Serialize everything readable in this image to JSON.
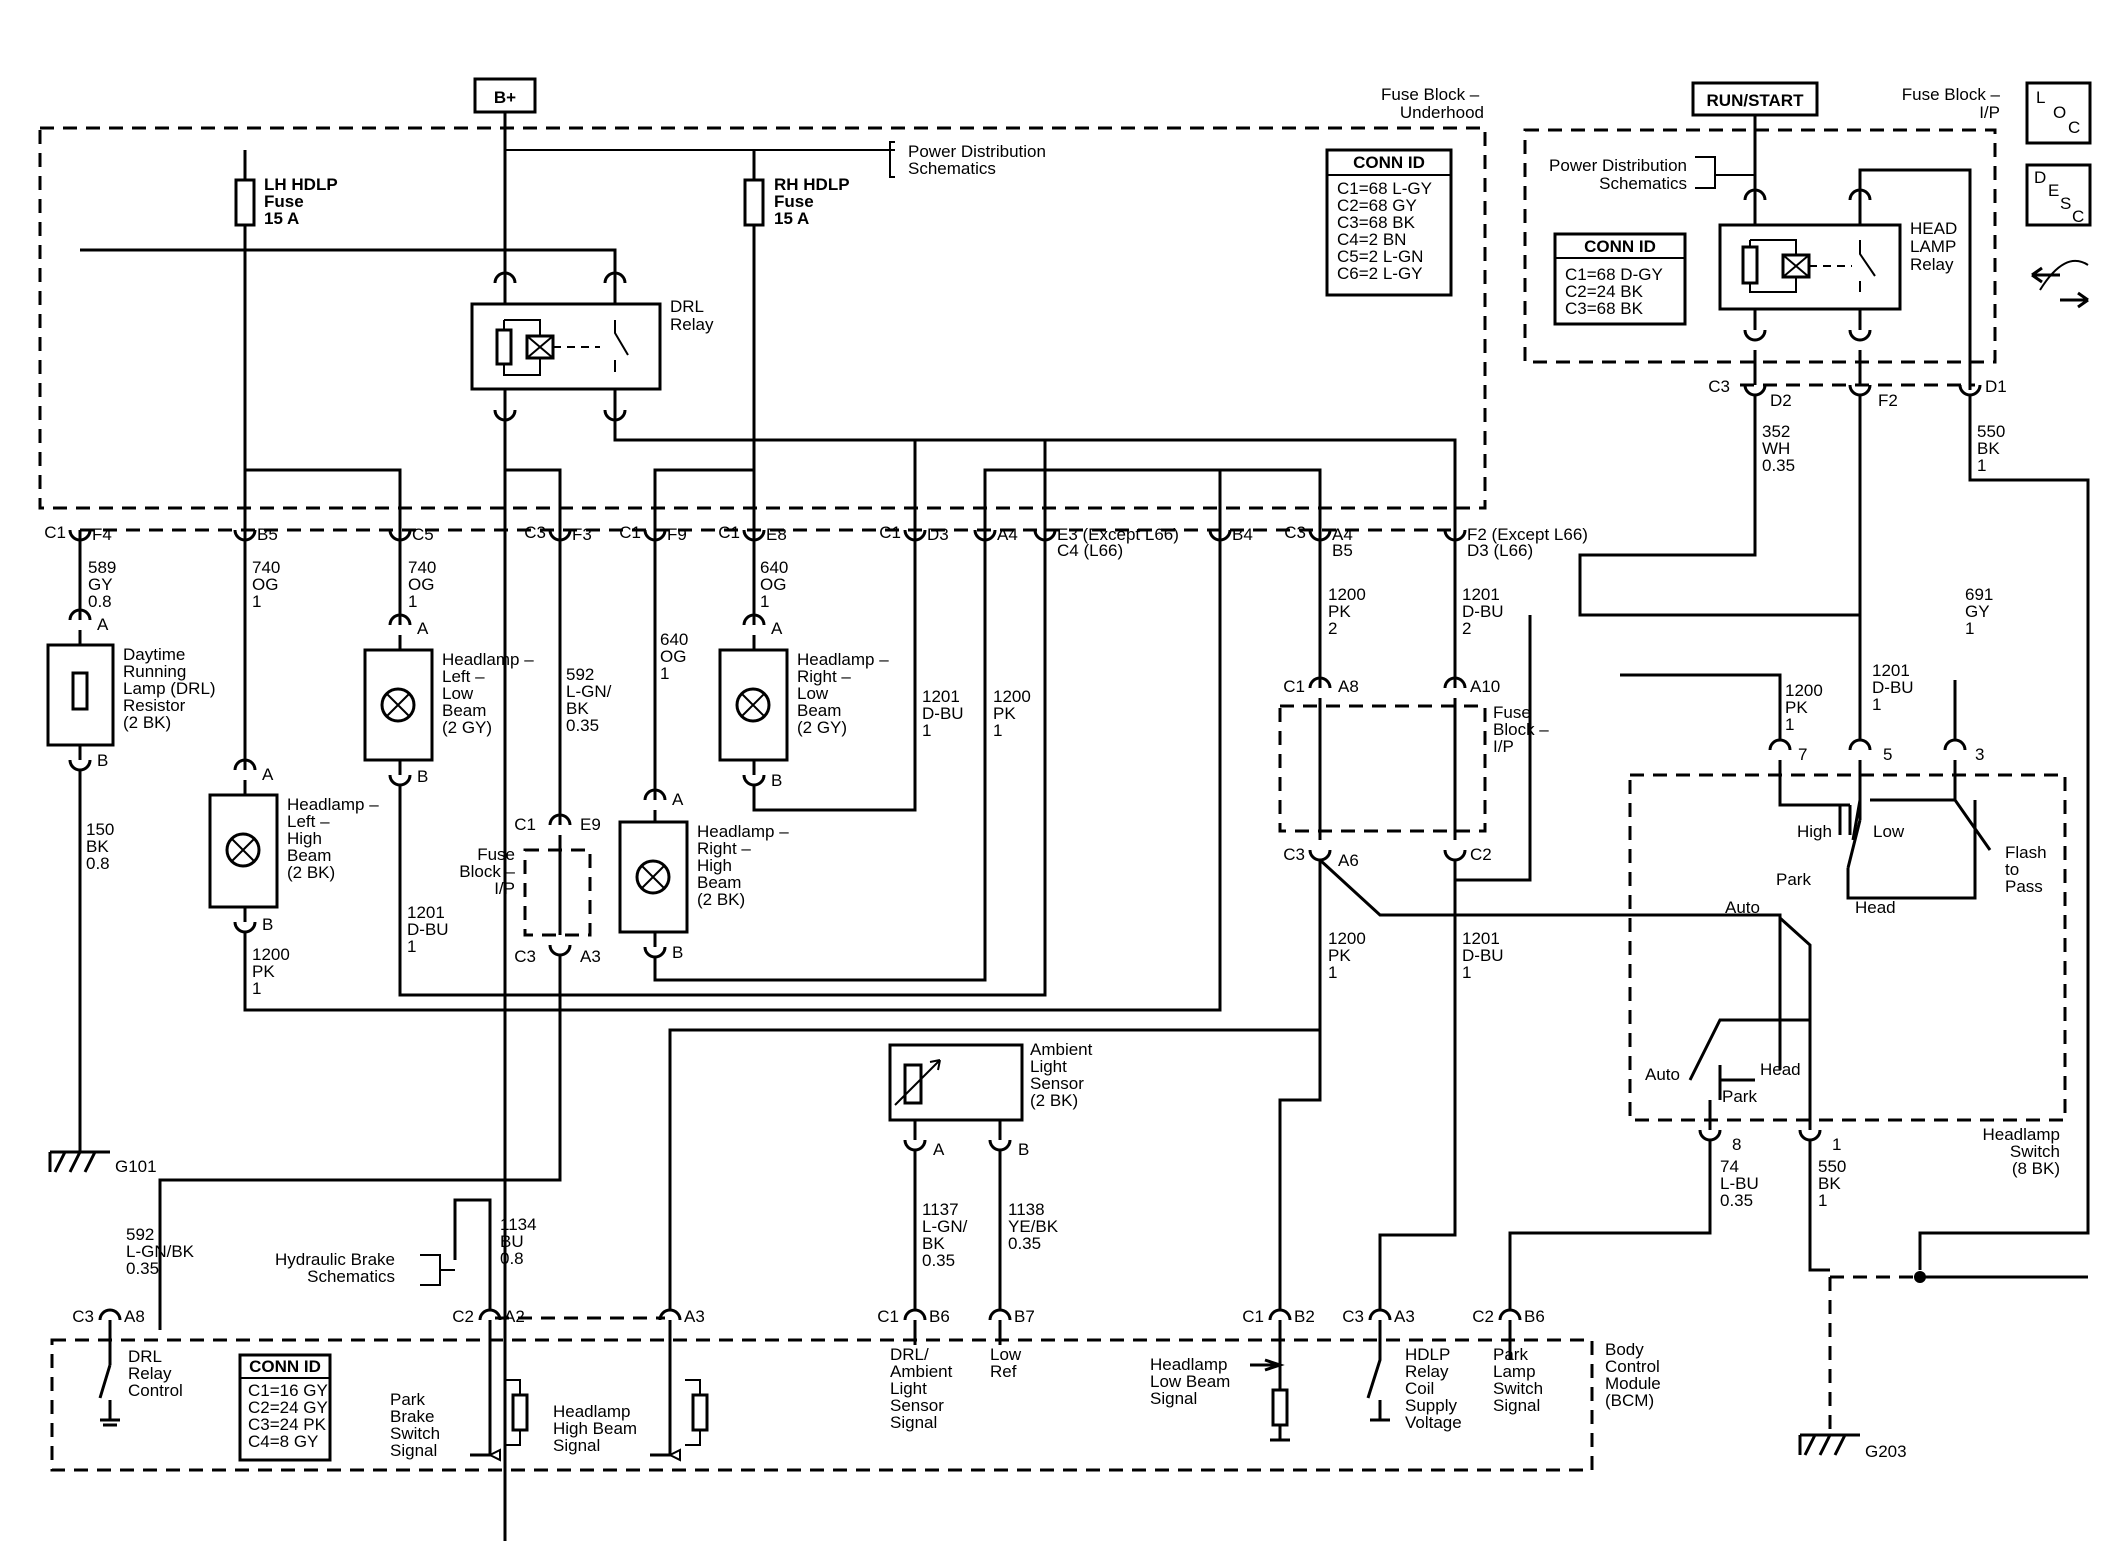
{
  "sources": {
    "battery": "B+",
    "run_start": "RUN/START"
  },
  "fuse_block_underhood": {
    "title": "Fuse Block –\nUnderhood",
    "pdist": "Power Distribution\nSchematics",
    "lh_fuse": "LH HDLP\nFuse\n15 A",
    "rh_fuse": "RH HDLP\nFuse\n15 A",
    "drl_relay": "DRL\nRelay",
    "conn_title": "CONN ID",
    "conn_lines": [
      "C1=68 L-GY",
      "C2=68 GY",
      "C3=68 BK",
      "C4=2 BN",
      "C5=2 L-GN",
      "C6=2 L-GY"
    ]
  },
  "fuse_block_ip": {
    "title": "Fuse Block –\nI/P",
    "pdist": "Power Distribution\nSchematics",
    "relay": "HEAD\nLAMP\nRelay",
    "conn_title": "CONN ID",
    "conn_lines": [
      "C1=68 D-GY",
      "C2=24 BK",
      "C3=68 BK"
    ],
    "pins": [
      "C3",
      "D2",
      "F2",
      "D1"
    ]
  },
  "side_icons": {
    "loc": [
      "L",
      "O",
      "C"
    ],
    "desc": [
      "D",
      "E",
      "S",
      "C"
    ]
  },
  "underhood_pins": [
    {
      "c": "C1",
      "p": "F4"
    },
    {
      "c": "",
      "p": "B5"
    },
    {
      "c": "",
      "p": "C5"
    },
    {
      "c": "C3",
      "p": "F3"
    },
    {
      "c": "C1",
      "p": "F9"
    },
    {
      "c": "C1",
      "p": "E8"
    },
    {
      "c": "C1",
      "p": "D3"
    },
    {
      "c": "",
      "p": "A4"
    },
    {
      "c": "",
      "p": "E3 (Except L66)\nC4 (L66)"
    },
    {
      "c": "",
      "p": "B4"
    },
    {
      "c": "C3",
      "p": "A4\nB5"
    },
    {
      "c": "",
      "p": "F2 (Except L66)\nD3 (L66)"
    }
  ],
  "wires": {
    "w589": "589\nGY\n0.8",
    "w740a": "740\nOG\n1",
    "w740b": "740\nOG\n1",
    "w592a": "592\nL-GN/\nBK\n0.35",
    "w640a": "640\nOG\n1",
    "w640b": "640\nOG\n1",
    "w1201a": "1201\nD-BU\n1",
    "w1200a": "1200\nPK\n1",
    "w1200b": "1200\nPK\n2",
    "w1201b": "1201\nD-BU\n2",
    "w150": "150\nBK\n0.8",
    "w1201c": "1201\nD-BU\n1",
    "w1200c": "1200\nPK\n1",
    "w1200d": "1200\nPK\n1",
    "w1201d": "1201\nD-BU\n1",
    "w352": "352\nWH\n0.35",
    "w550a": "550\nBK\n1",
    "w691": "691\nGY\n1",
    "w1200e": "1200\nPK\n1",
    "w1201e": "1201\nD-BU\n1",
    "w592b": "592\nL-GN/BK\n0.35",
    "w1134": "1134\nBU\n0.8",
    "w1137": "1137\nL-GN/\nBK\n0.35",
    "w1138": "1138\nYE/BK\n0.35",
    "w74": "74\nL-BU\n0.35",
    "w550b": "550\nBK\n1"
  },
  "components": {
    "drl_resistor": "Daytime\nRunning\nLamp (DRL)\nResistor\n(2 BK)",
    "hl_left_low": "Headlamp –\nLeft –\nLow\nBeam\n(2 GY)",
    "hl_left_high": "Headlamp –\nLeft –\nHigh\nBeam\n(2 BK)",
    "hl_right_low": "Headlamp –\nRight –\nLow\nBeam\n(2 GY)",
    "hl_right_high": "Headlamp –\nRight –\nHigh\nBeam\n(2 BK)",
    "ambient_sensor": "Ambient\nLight\nSensor\n(2 BK)",
    "fuse_block_ip_mid": "Fuse\nBlock –\nI/P",
    "fuse_block_ip_left": "Fuse\nBlock –\nI/P",
    "hydraulic": "Hydraulic Brake\nSchematics",
    "headlamp_switch": "Headlamp\nSwitch\n(8 BK)",
    "g101": "G101",
    "g203": "G203"
  },
  "switch_labels": {
    "high": "High",
    "low": "Low",
    "flash": "Flash\nto\nPass",
    "park": "Park",
    "auto": "Auto",
    "head": "Head",
    "auto2": "Auto",
    "head2": "Head",
    "park2": "Park",
    "pins": [
      "7",
      "5",
      "3",
      "8",
      "1"
    ]
  },
  "misc_pins": {
    "c1_a8": "C1",
    "a8": "A8",
    "a10": "A10",
    "c3_a6": "C3",
    "a6": "A6",
    "c2r": "C2",
    "c1_e9": "C1",
    "e9": "E9",
    "c3_a3": "C3",
    "a3": "A3",
    "pin_a": "A",
    "pin_b": "B"
  },
  "bcm": {
    "title": "Body\nControl\nModule\n(BCM)",
    "conn_title": "CONN ID",
    "conn_lines": [
      "C1=16 GY",
      "C2=24 GY",
      "C3=24 PK",
      "C4=8 GY"
    ],
    "pins": [
      {
        "c": "C3",
        "p": "A8"
      },
      {
        "c": "C2",
        "p": "A2"
      },
      {
        "c": "",
        "p": "A3"
      },
      {
        "c": "C1",
        "p": "B6"
      },
      {
        "c": "",
        "p": "B7"
      },
      {
        "c": "C1",
        "p": "B2"
      },
      {
        "c": "C3",
        "p": "A3"
      },
      {
        "c": "C2",
        "p": "B6"
      }
    ],
    "drl_ctrl": "DRL\nRelay\nControl",
    "park_brake": "Park\nBrake\nSwitch\nSignal",
    "hl_high": "Headlamp\nHigh Beam\nSignal",
    "drl_sensor": "DRL/\nAmbient\nLight\nSensor\nSignal",
    "low_ref": "Low\nRef",
    "hl_low": "Headlamp\nLow Beam\nSignal",
    "hdlp_relay": "HDLP\nRelay\nCoil\nSupply\nVoltage",
    "park_lamp": "Park\nLamp\nSwitch\nSignal"
  }
}
